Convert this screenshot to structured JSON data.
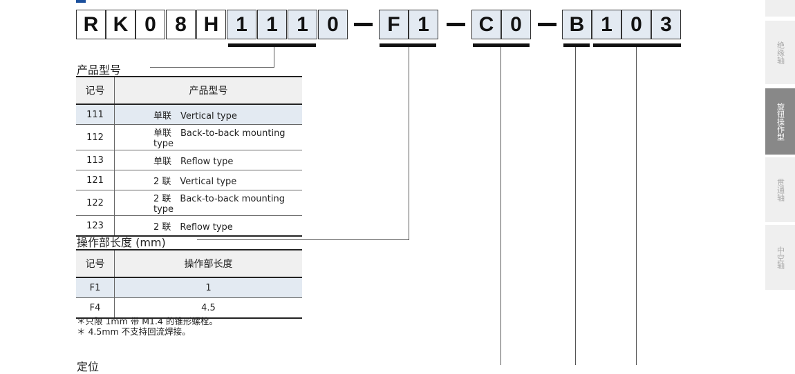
{
  "code": {
    "chars": [
      "R",
      "K",
      "0",
      "8",
      "H",
      "1",
      "1",
      "1",
      "0",
      "F",
      "1",
      "C",
      "0",
      "B",
      "1",
      "0",
      "3"
    ]
  },
  "section1": {
    "title": "产品型号",
    "headers": [
      "记号",
      "产品型号"
    ],
    "rows": [
      [
        "111",
        "单联　Vertical type"
      ],
      [
        "112",
        "单联　Back-to-back mounting type"
      ],
      [
        "113",
        "单联　Reflow type"
      ],
      [
        "121",
        "2 联　Vertical type"
      ],
      [
        "122",
        "2 联　Back-to-back mounting type"
      ],
      [
        "123",
        "2 联　Reflow type"
      ]
    ]
  },
  "section2": {
    "title": "操作部长度 (mm)",
    "headers": [
      "记号",
      "操作部长度"
    ],
    "rows": [
      [
        "F1",
        "1"
      ],
      [
        "F4",
        "4.5"
      ]
    ],
    "notes": [
      "＊只限 1mm 带 M1.4 的锥形螺栓。",
      "＊ 4.5mm 不支持回流焊接。"
    ]
  },
  "section3": {
    "title": "定位"
  },
  "sidebar": {
    "tabs": [
      "",
      "绝缘轴",
      "旋钮操作型",
      "贯通轴",
      "中空轴"
    ],
    "active": 2
  },
  "colors": {
    "shade": "#e3eaf2",
    "active_tab": "#888888"
  }
}
